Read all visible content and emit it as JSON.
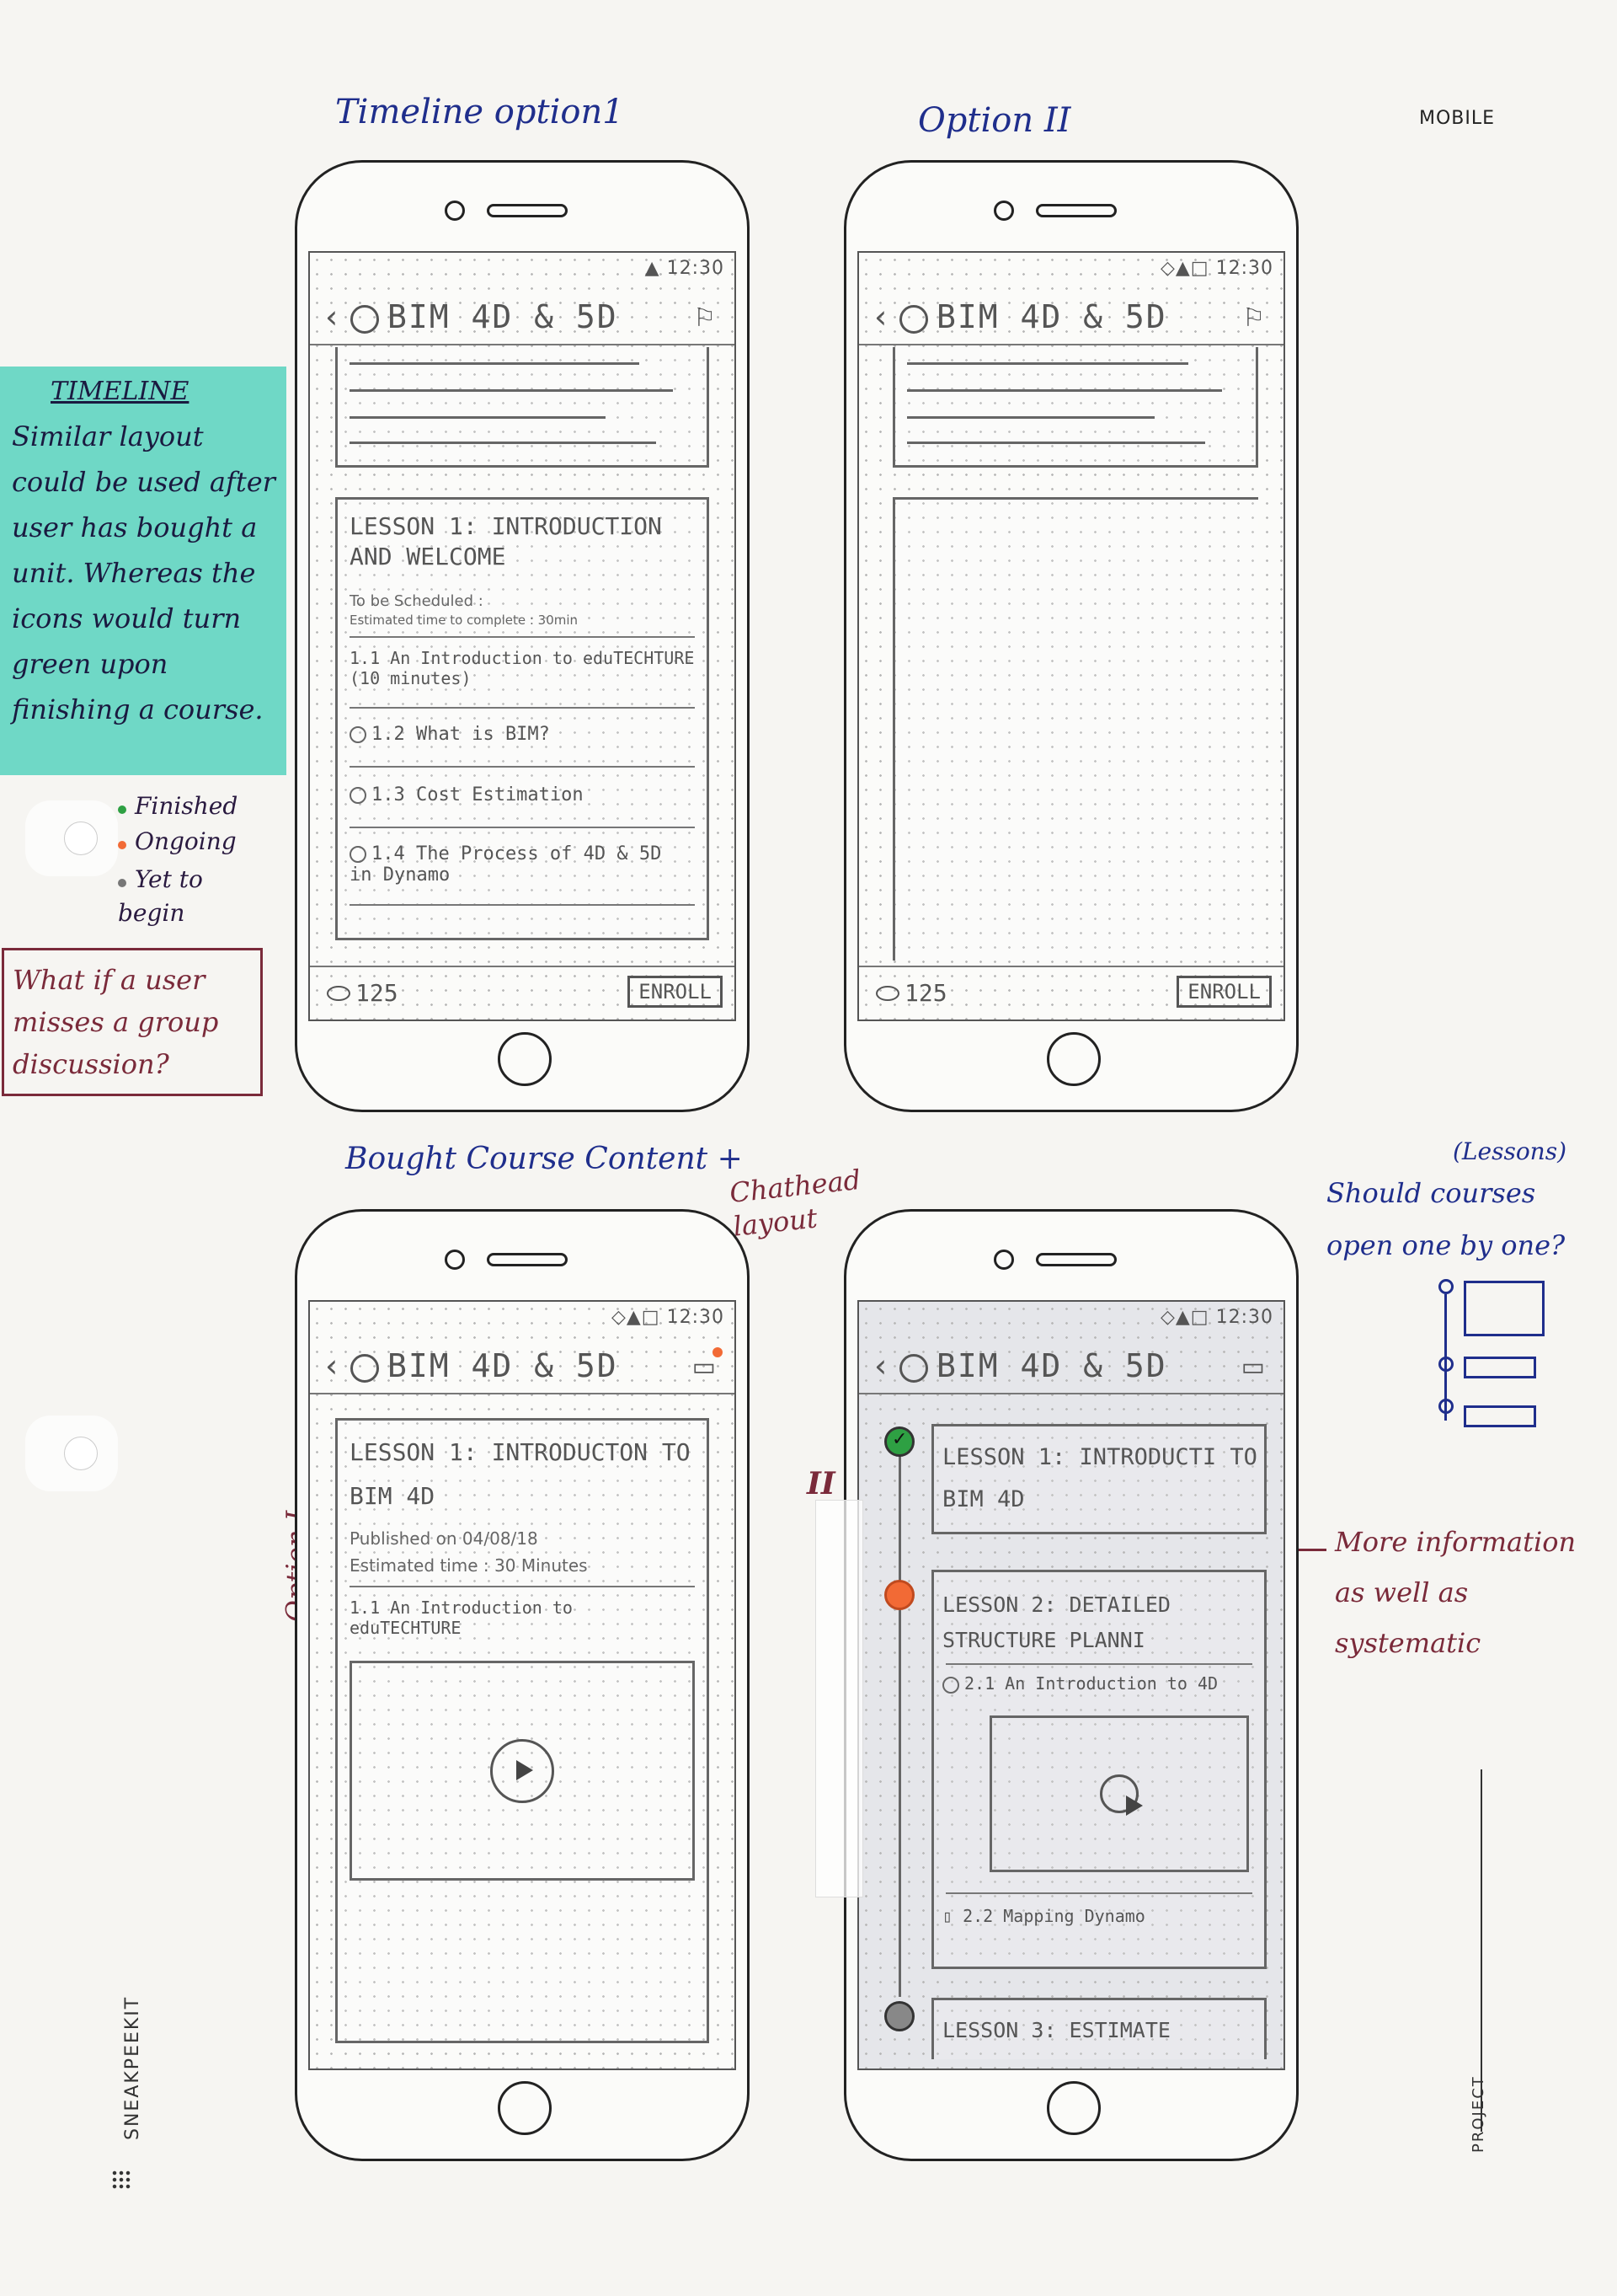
{
  "headings": {
    "timeline_option": "Timeline option1",
    "option_two": "Option II",
    "mobile": "MOBILE",
    "bought_course": "Bought Course Content +",
    "chat_layout": "Chathead layout",
    "option_one_vertical": "Option I",
    "option_two_vertical": "II"
  },
  "sticky": {
    "title": "TIMELINE",
    "body": "Similar layout could be used after user has bought a unit. Whereas the icons would turn green upon finishing a course."
  },
  "legend": {
    "items": [
      {
        "label": "Finished",
        "color": "#2ea043"
      },
      {
        "label": "Ongoing",
        "color": "#f26a35"
      },
      {
        "label": "Yet to begin",
        "color": "#777777"
      }
    ]
  },
  "note_box": "What if a user misses a group discussion?",
  "right_notes": {
    "lessons_bracket": "(Lessons)",
    "question": "Should courses open one by one?",
    "more_info": "More information as well as systematic"
  },
  "branding": {
    "footer": "SNEAKPEEKIT",
    "project": "PROJECT"
  },
  "common": {
    "status": "12:30",
    "app_title": "BIM 4D & 5D",
    "price": "125",
    "enroll": "ENROLL"
  },
  "phone1": {
    "lesson_title": "LESSON 1: INTRODUCTION AND WELCOME",
    "scheduled": "To be Scheduled :",
    "estimated": "Estimated time to complete : 30min",
    "items": [
      "1.1 An Introduction to eduTECHTURE (10 minutes)",
      "1.2 What is BIM?",
      "1.3 Cost Estimation",
      "1.4 The Process of 4D & 5D in Dynamo"
    ]
  },
  "phone3": {
    "lesson_title": "LESSON 1: INTRODUCTON TO BIM 4D",
    "published": "Published on 04/08/18",
    "estimated": "Estimated time : 30 Minutes",
    "item": "1.1 An Introduction to eduTECHTURE"
  },
  "phone4": {
    "lesson1": "LESSON 1: INTRODUCTI TO BIM 4D",
    "lesson2": "LESSON 2: DETAILED STRUCTURE PLANNI",
    "lesson2_item1": "2.1 An Introduction to 4D",
    "lesson2_item2": "2.2 Mapping Dynamo",
    "lesson3": "LESSON 3: ESTIMATE"
  }
}
